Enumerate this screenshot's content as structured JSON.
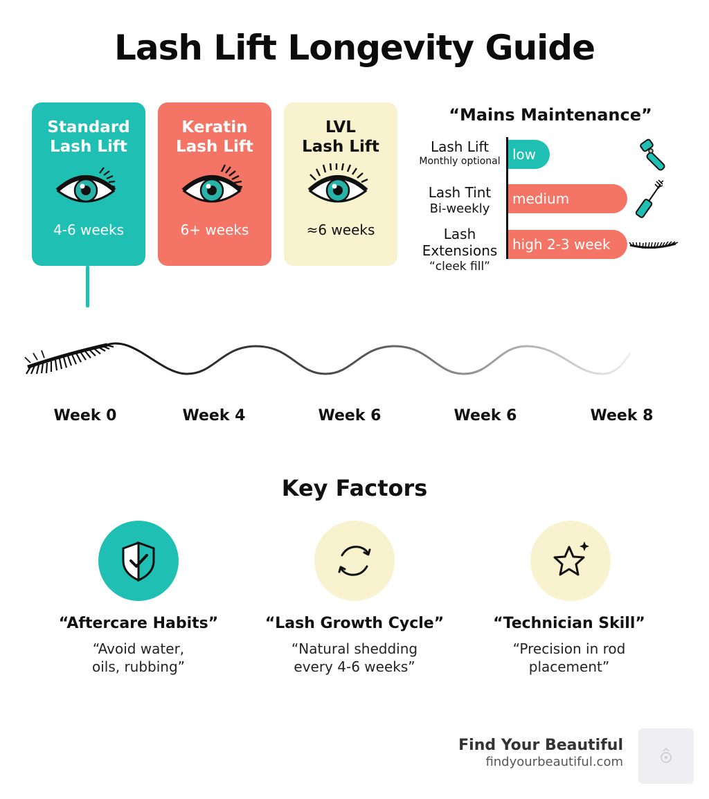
{
  "title": "Lash Lift Longevity Guide",
  "cards": [
    {
      "title_line1": "Standard",
      "title_line2": "Lash Lift",
      "duration": "4-6 weeks",
      "color": "#1fc0b3"
    },
    {
      "title_line1": "Keratin",
      "title_line2": "Lash Lift",
      "duration": "6+ weeks",
      "color": "#f47565"
    },
    {
      "title_line1": "LVL",
      "title_line2": "Lash Lift",
      "duration": "≈6 weeks",
      "color": "#f8f2cf"
    }
  ],
  "maintenance": {
    "title": "“Mains Maintenance”",
    "rows": [
      {
        "label_line1": "Lash Lift",
        "label_line2": "Monthly optional",
        "level": "low",
        "color": "#1fc0b3",
        "icon": "lash-curler-icon"
      },
      {
        "label_line1": "Lash Tint",
        "label_line2": "Bi-weekly",
        "level": "medium",
        "color": "#f47565",
        "icon": "mascara-wand-icon"
      },
      {
        "label_line1": "Lash",
        "label_line2": "Extensions",
        "label_line3": "“cleek fill”",
        "level": "high 2-3 week",
        "color": "#f47565",
        "icon": "false-lash-icon"
      }
    ]
  },
  "timeline": {
    "weeks": [
      "Week 0",
      "Week 4",
      "Week 6",
      "Week 6",
      "Week 8"
    ]
  },
  "key_factors": {
    "title": "Key Factors",
    "items": [
      {
        "name": "“Aftercare Habits”",
        "desc_line1": "“Avoid water,",
        "desc_line2": "oils, rubbing”",
        "icon": "shield-check-icon",
        "color": "#1fc0b3"
      },
      {
        "name": "“Lash Growth Cycle”",
        "desc_line1": "“Natural shedding",
        "desc_line2": "every 4-6 weeks”",
        "icon": "cycle-arrows-icon",
        "color": "#f8f2cf"
      },
      {
        "name": "“Technician Skill”",
        "desc_line1": "“Precision in rod",
        "desc_line2": "placement”",
        "icon": "star-sparkle-icon",
        "color": "#f8f2cf"
      }
    ]
  },
  "brand": {
    "name": "Find Your Beautiful",
    "url": "findyourbeautiful.com"
  }
}
